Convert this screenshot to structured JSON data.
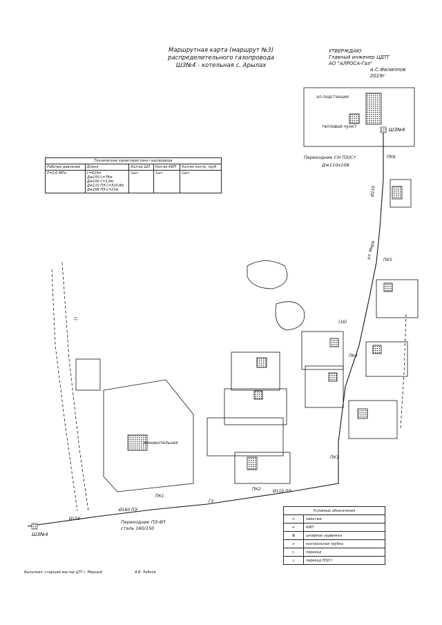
{
  "title": {
    "line1": "Маршрутная карта (маршрут №3)",
    "line2": "распределительного газопровода",
    "line3": "ШЗ№4 - котельная с. Арылах"
  },
  "approve": {
    "line1": "УТВЕРЖДАЮ",
    "line2": "Главный инженер ЦДТГ",
    "line3": "АО \"АЛРОСА-Газ\"",
    "line4": "А.С.Филиппов",
    "line5": "2019г"
  },
  "tech_table": {
    "caption": "Технические характеристики газопровода",
    "headers": [
      "Рабочее давление",
      "Длина",
      "Кол-во ШЗ",
      "Кол-во КИП",
      "Кол-во контр. труб"
    ],
    "row": {
      "pressure": "Р=0,6 МПа",
      "length_total": "L=625м",
      "length_detail": [
        "Дж150 L=78м",
        "Дж100 L=3,8м",
        "Дж110 ПЭ L=520,8м",
        "Дж168 ПЭ L=23м"
      ],
      "sz": "1шт",
      "kip": "1шт",
      "pipes": "1шт"
    }
  },
  "map_labels": {
    "substation": "эл.подстанция",
    "heating": "тепловой пункт",
    "boiler": "миникотельная",
    "sz6": "ШЗ№6",
    "sz4": "ШЗ№4",
    "crossing_top": "Переходник СН ПЭ/Ст",
    "crossing_top_dim": "Дж110х108",
    "crossing_bottom": "Переходник ПЭ-8П",
    "crossing_bottom_dim": "сталь 160/150",
    "street": "ул. Мира",
    "pk1": "ПК1",
    "pk2": "ПК2",
    "pk3": "ПК3",
    "pk4": "ПК4",
    "pk5": "ПК5",
    "pk6": "ПК6",
    "d110": "Ø110",
    "d110pe": "Ø110 ПЭ",
    "d159": "Ø159",
    "d160pe": "Ø160 ПЭ",
    "g3": "Г3",
    "house16": "(16)"
  },
  "legend": {
    "title": "Условные обозначения",
    "items": [
      {
        "symbol": "+",
        "label": "пикетаж"
      },
      {
        "symbol": "✔",
        "label": "КИП"
      },
      {
        "symbol": "⊠",
        "label": "шкафное задвижка"
      },
      {
        "symbol": "v",
        "label": "контрольная трубка"
      },
      {
        "symbol": "▷",
        "label": "переход"
      },
      {
        "symbol": "▫",
        "label": "переход ПЭ/Ст"
      }
    ]
  },
  "footer": {
    "performer": "Выполнил: старший мастер ЦТГ г. Мирный",
    "name": "А.В. Лобков"
  },
  "colors": {
    "ink": "#111111",
    "paper": "#ffffff",
    "hatch": "#333333"
  }
}
